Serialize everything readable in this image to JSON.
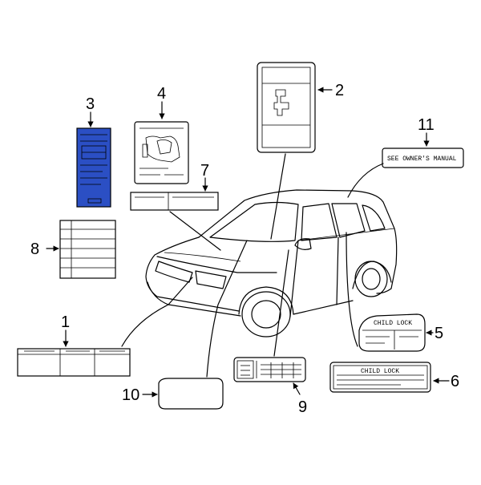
{
  "callouts": {
    "c1": "1",
    "c2": "2",
    "c3": "3",
    "c4": "4",
    "c5": "5",
    "c6": "6",
    "c7": "7",
    "c8": "8",
    "c9": "9",
    "c10": "10",
    "c11": "11"
  },
  "label_text": {
    "manual_note": "SEE OWNER'S MANUAL",
    "child_lock_5": "CHILD LOCK",
    "child_lock_6": "CHILD LOCK"
  },
  "colors": {
    "highlight": "#2b4fc4",
    "line": "#000000",
    "background": "#ffffff"
  }
}
